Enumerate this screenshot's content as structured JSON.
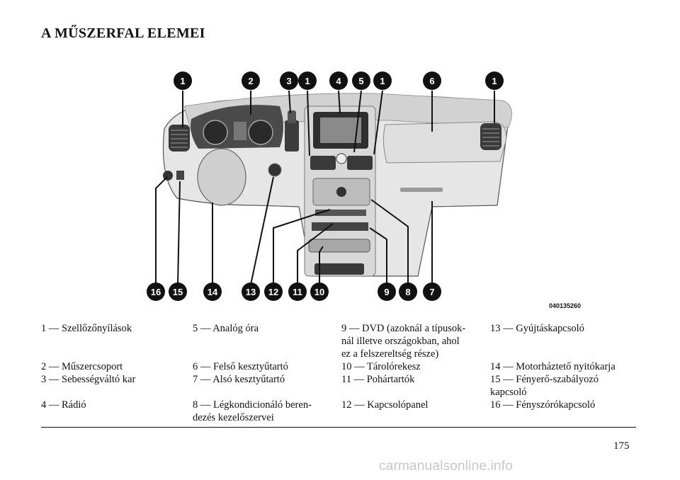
{
  "page": {
    "title": "A MŰSZERFAL ELEMEI",
    "page_number": "175",
    "watermark": "carmanualsonline.info"
  },
  "figure": {
    "code": "040135260",
    "top_callouts": [
      "1",
      "2",
      "3",
      "1",
      "4",
      "5",
      "1",
      "6",
      "1"
    ],
    "bottom_callouts": [
      "16",
      "15",
      "14",
      "13",
      "12",
      "11",
      "10",
      "9",
      "8",
      "7"
    ]
  },
  "legend": {
    "rows": [
      {
        "c1": [
          "1 — Szellőzőnyílások"
        ],
        "c2": [
          "5 — Analóg óra"
        ],
        "c3": [
          "9 — DVD (azoknál a típusok-",
          "nál illetve országokban, ahol",
          "ez a felszereltség része)"
        ],
        "c4": [
          "13 — Gyújtáskapcsoló"
        ]
      },
      {
        "c1": [
          "2 — Műszercsoport"
        ],
        "c2": [
          "6 — Felső kesztyűtartó"
        ],
        "c3": [
          "10 — Tárolórekesz"
        ],
        "c4": [
          "14 — Motorháztető nyitókarja"
        ]
      },
      {
        "c1": [
          "3 — Sebességváltó kar"
        ],
        "c2": [
          "7 — Alsó kesztyűtartó"
        ],
        "c3": [
          "11 — Pohártartók"
        ],
        "c4": [
          "15 — Fényerő-szabályozó",
          "kapcsoló"
        ]
      },
      {
        "c1": [
          "4 — Rádió"
        ],
        "c2": [
          "8 — Légkondicionáló beren-",
          "dezés kezelőszervei"
        ],
        "c3": [
          "12 — Kapcsolópanel"
        ],
        "c4": [
          "16 — Fényszórókapcsoló"
        ]
      }
    ]
  }
}
